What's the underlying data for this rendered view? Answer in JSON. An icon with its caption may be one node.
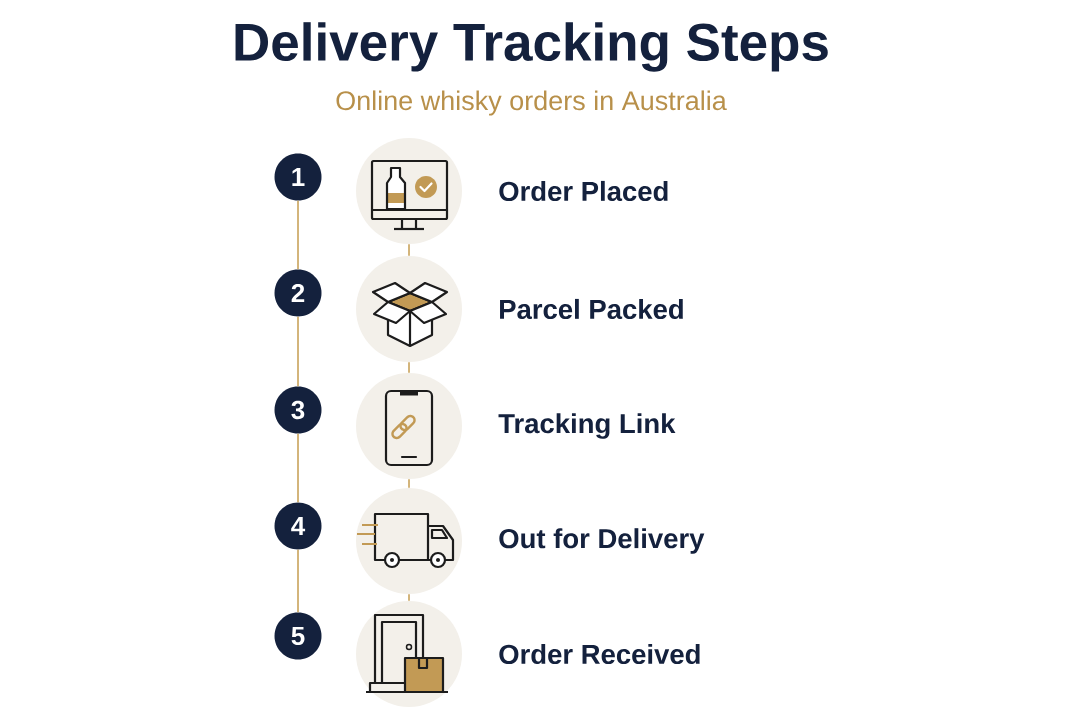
{
  "diagram": {
    "title": "Delivery Tracking Steps",
    "nodes": [
      {
        "text": [
          "1"
        ]
      },
      {
        "text": [],
        "shape": "circle",
        "beside": [
          "Order Placed"
        ]
      },
      {
        "text": [
          "2"
        ]
      },
      {
        "text": [],
        "shape": "circle",
        "beside": [
          "Parcel Packed"
        ]
      },
      {
        "text": [
          "3"
        ]
      },
      {
        "text": [],
        "shape": "circle",
        "beside": [
          "Tracking Link"
        ]
      },
      {
        "text": [
          "4"
        ]
      },
      {
        "text": [],
        "shape": "circle",
        "beside": [
          "Out for Delivery"
        ]
      },
      {
        "text": [
          "5"
        ]
      },
      {
        "text": [],
        "shape": "circle",
        "beside": [
          "Order Received"
        ]
      }
    ],
    "edges": [
      {
        "from": 0,
        "to": 2,
        "arrow": "none"
      },
      {
        "from": 2,
        "to": 4,
        "arrow": "none"
      },
      {
        "from": 4,
        "to": 6,
        "arrow": "none"
      },
      {
        "from": 6,
        "to": 8,
        "arrow": "none"
      },
      {
        "from": 1,
        "to": 3,
        "arrow": "none"
      },
      {
        "from": 3,
        "to": 5,
        "arrow": "none"
      },
      {
        "from": 5,
        "to": 7,
        "arrow": "none"
      },
      {
        "from": 7,
        "to": 9,
        "arrow": "none"
      }
    ],
    "labels": [
      "Online whisky orders in Australia"
    ]
  }
}
